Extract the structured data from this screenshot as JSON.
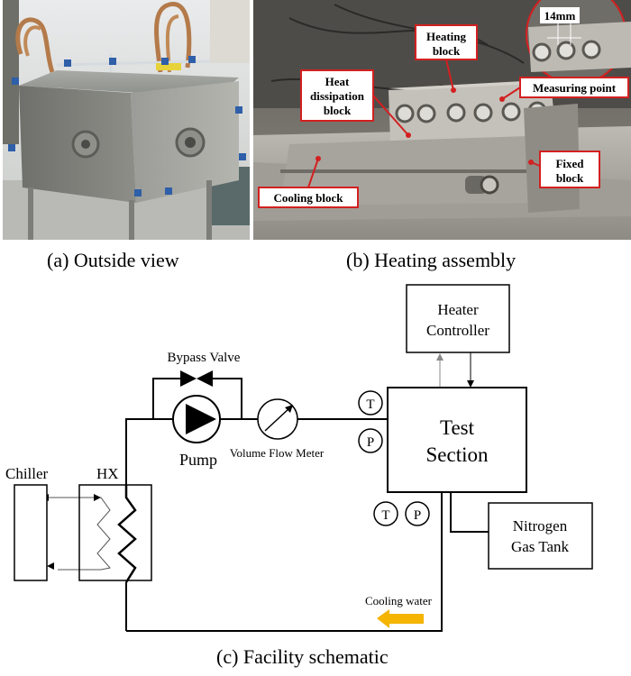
{
  "captions": {
    "a": "(a) Outside view",
    "b": "(b) Heating assembly",
    "c": "(c) Facility schematic"
  },
  "photo_b_labels": {
    "heating_block": [
      "Heating",
      "block"
    ],
    "heat_dissipation_block": [
      "Heat",
      "dissipation",
      "block"
    ],
    "measuring_point": "Measuring point",
    "dimension": "14mm",
    "fixed_block": [
      "Fixed",
      "block"
    ],
    "cooling_block": "Cooling block"
  },
  "schematic": {
    "heater_controller": [
      "Heater",
      "Controller"
    ],
    "test_section": [
      "Test",
      "Section"
    ],
    "bypass_valve": "Bypass Valve",
    "pump": "Pump",
    "volume_flow_meter": "Volume Flow Meter",
    "chiller": "Chiller",
    "hx": "HX",
    "nitrogen_gas_tank": [
      "Nitrogen",
      "Gas Tank"
    ],
    "cooling_water": "Cooling water",
    "sensor_t": "T",
    "sensor_p": "P"
  },
  "colors": {
    "callout_red": "#d32020",
    "cooling_arrow": "#f4b400"
  }
}
